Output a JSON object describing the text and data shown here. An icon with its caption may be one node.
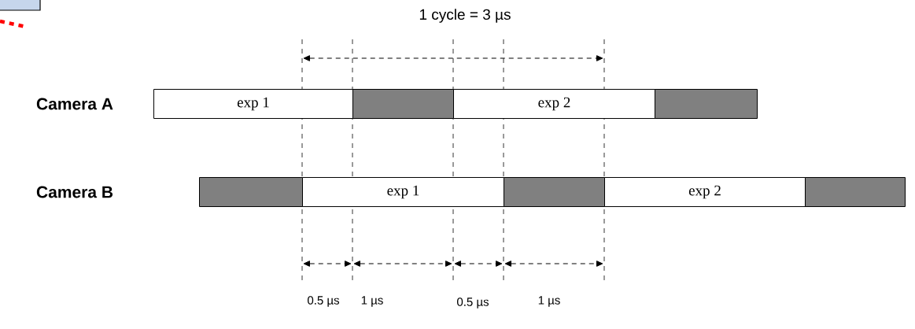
{
  "diagram": {
    "nodes": [
      {
        "text": [
          "exp 1"
        ]
      },
      {
        "text": [],
        "shape": "bar"
      },
      {
        "text": [
          "exp 2"
        ]
      },
      {
        "text": [],
        "shape": "bar"
      },
      {
        "text": [],
        "shape": "bar"
      },
      {
        "text": [
          "exp 1"
        ]
      },
      {
        "text": [],
        "shape": "bar"
      },
      {
        "text": [
          "exp 2"
        ]
      },
      {
        "text": [],
        "shape": "bar"
      }
    ],
    "edges": [],
    "labels": [
      "1 cycle = 3 µs",
      "Camera A",
      "Camera B",
      "0.5 µs",
      "1 µs",
      "0.5 µs",
      "1 µs"
    ]
  }
}
